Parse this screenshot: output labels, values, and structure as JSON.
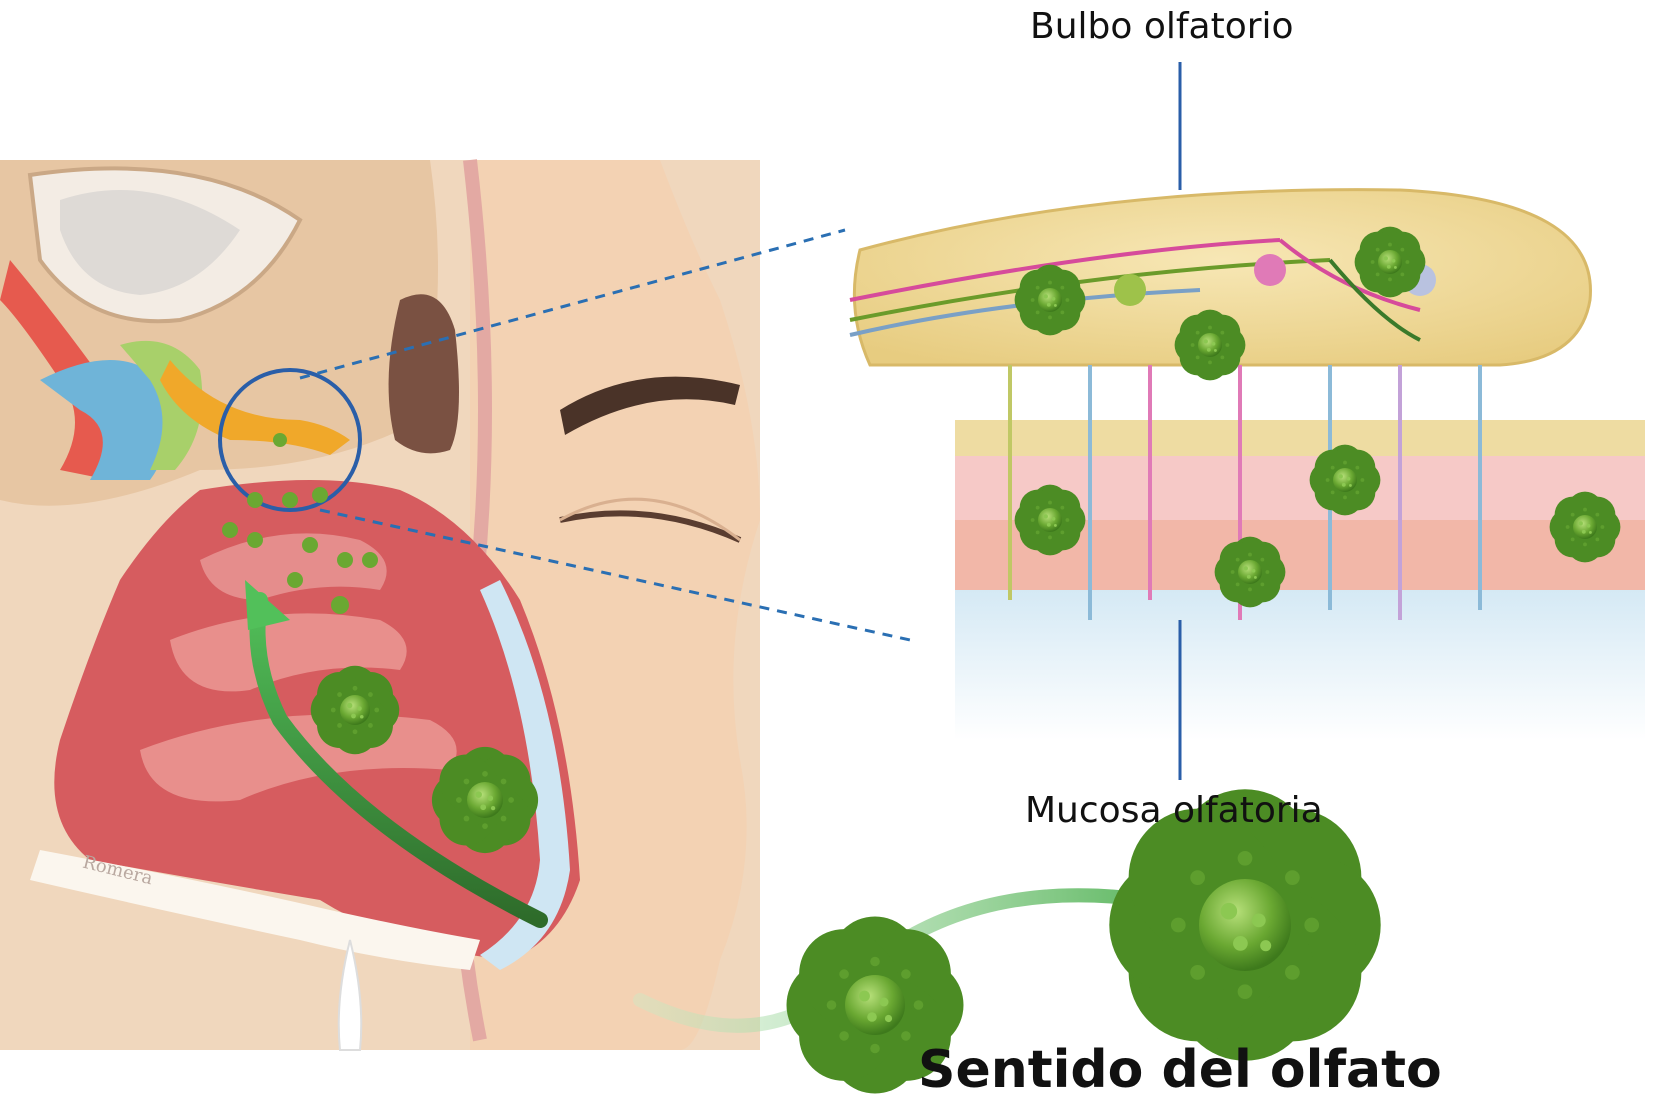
{
  "labels": {
    "bulb": "Bulbo olfatorio",
    "mucosa": "Mucosa olfatoria",
    "title": "Sentido del olfato",
    "signature": "Romera"
  },
  "colors": {
    "skin": "#f3d2b3",
    "skin_dark": "#e6b895",
    "mucosa": "#d85a5e",
    "bulb": "#f1dc9a",
    "epithelium": "#f6c9c7",
    "mucus": "#d8ecf6",
    "virus": "#6aa832",
    "arrow": "#4caf50",
    "circle": "#2a5ea8",
    "guide": "#2a6fb3"
  }
}
